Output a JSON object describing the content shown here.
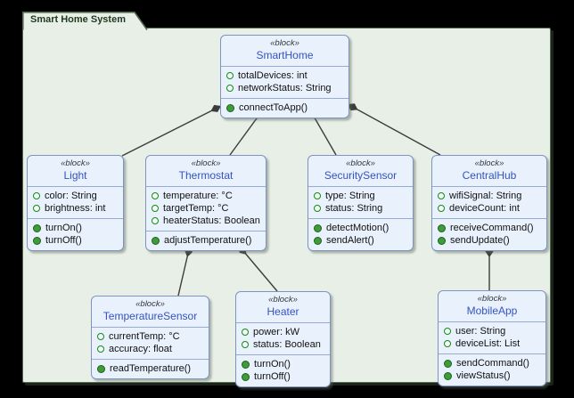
{
  "frame": {
    "title": "Smart Home System"
  },
  "colors": {
    "canvas_background": "#000000",
    "frame_fill": "#E8EFE7",
    "frame_border": "#50694F",
    "frame_title_text": "#1E3A20",
    "block_fill": "#E9F1FC",
    "block_border": "#7E93BF",
    "block_name_text": "#3353C4",
    "stereotype_text": "#33373B",
    "attribute_icon": "#0E8E0E",
    "operation_icon": "#3F9C3B",
    "connector": "#3C3C3C"
  },
  "blocks": {
    "smarthome": {
      "stereotype": "«block»",
      "name": "SmartHome",
      "attributes": [
        "totalDevices: int",
        "networkStatus: String"
      ],
      "operations": [
        "connectToApp()"
      ]
    },
    "light": {
      "stereotype": "«block»",
      "name": "Light",
      "attributes": [
        "color: String",
        "brightness: int"
      ],
      "operations": [
        "turnOn()",
        "turnOff()"
      ]
    },
    "thermostat": {
      "stereotype": "«block»",
      "name": "Thermostat",
      "attributes": [
        "temperature: °C",
        "targetTemp: °C",
        "heaterStatus: Boolean"
      ],
      "operations": [
        "adjustTemperature()"
      ]
    },
    "securitysensor": {
      "stereotype": "«block»",
      "name": "SecuritySensor",
      "attributes": [
        "type: String",
        "status: String"
      ],
      "operations": [
        "detectMotion()",
        "sendAlert()"
      ]
    },
    "centralhub": {
      "stereotype": "«block»",
      "name": "CentralHub",
      "attributes": [
        "wifiSignal: String",
        "deviceCount: int"
      ],
      "operations": [
        "receiveCommand()",
        "sendUpdate()"
      ]
    },
    "temperaturesensor": {
      "stereotype": "«block»",
      "name": "TemperatureSensor",
      "attributes": [
        "currentTemp: °C",
        "accuracy: float"
      ],
      "operations": [
        "readTemperature()"
      ]
    },
    "heater": {
      "stereotype": "«block»",
      "name": "Heater",
      "attributes": [
        "power: kW",
        "status: Boolean"
      ],
      "operations": [
        "turnOn()",
        "turnOff()"
      ]
    },
    "mobileapp": {
      "stereotype": "«block»",
      "name": "MobileApp",
      "attributes": [
        "user: String",
        "deviceList: List"
      ],
      "operations": [
        "sendCommand()",
        "viewStatus()"
      ]
    }
  },
  "relationships": [
    {
      "from": "SmartHome",
      "to": "Light",
      "type": "composition"
    },
    {
      "from": "SmartHome",
      "to": "Thermostat",
      "type": "composition"
    },
    {
      "from": "SmartHome",
      "to": "SecuritySensor",
      "type": "composition"
    },
    {
      "from": "SmartHome",
      "to": "CentralHub",
      "type": "composition"
    },
    {
      "from": "Thermostat",
      "to": "TemperatureSensor",
      "type": "composition"
    },
    {
      "from": "Thermostat",
      "to": "Heater",
      "type": "composition"
    },
    {
      "from": "CentralHub",
      "to": "MobileApp",
      "type": "composition"
    }
  ]
}
